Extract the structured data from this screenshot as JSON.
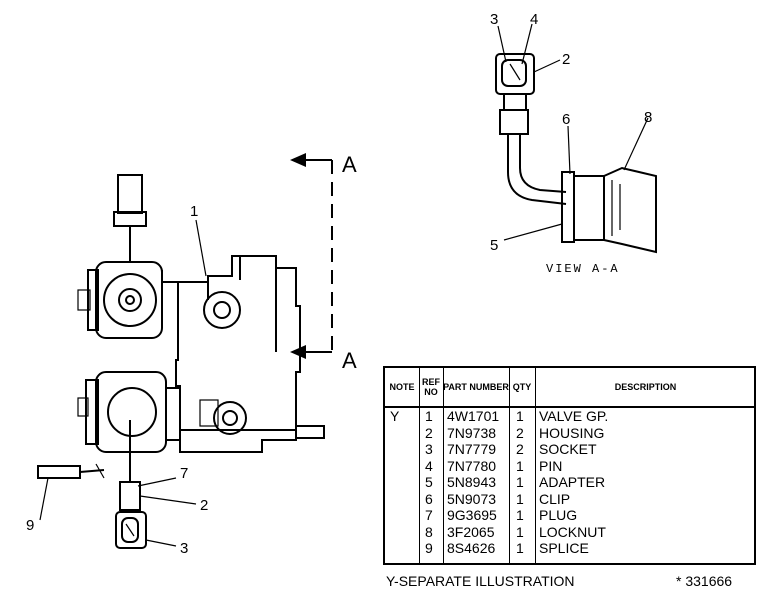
{
  "callouts": {
    "c1": "1",
    "c2": "2",
    "c3": "3",
    "c4": "4",
    "c5": "5",
    "c6": "6",
    "c7": "7",
    "c8": "8",
    "c9": "9"
  },
  "section_marks": {
    "top": "A",
    "bottom": "A"
  },
  "view_label": "VIEW A-A",
  "table": {
    "headers": {
      "note": "NOTE",
      "ref_no": "REF NO",
      "part_number": "PART NUMBER",
      "qty": "QTY",
      "description": "DESCRIPTION"
    },
    "rows": [
      {
        "note": "Y",
        "ref": "1",
        "part": "4W1701",
        "qty": "1",
        "desc": "VALVE GP."
      },
      {
        "note": "",
        "ref": "2",
        "part": "7N9738",
        "qty": "2",
        "desc": "HOUSING"
      },
      {
        "note": "",
        "ref": "3",
        "part": "7N7779",
        "qty": "2",
        "desc": "SOCKET"
      },
      {
        "note": "",
        "ref": "4",
        "part": "7N7780",
        "qty": "1",
        "desc": "PIN"
      },
      {
        "note": "",
        "ref": "5",
        "part": "5N8943",
        "qty": "1",
        "desc": "ADAPTER"
      },
      {
        "note": "",
        "ref": "6",
        "part": "5N9073",
        "qty": "1",
        "desc": "CLIP"
      },
      {
        "note": "",
        "ref": "7",
        "part": "9G3695",
        "qty": "1",
        "desc": "PLUG"
      },
      {
        "note": "",
        "ref": "8",
        "part": "3F2065",
        "qty": "1",
        "desc": "LOCKNUT"
      },
      {
        "note": "",
        "ref": "9",
        "part": "8S4626",
        "qty": "1",
        "desc": "SPLICE"
      }
    ]
  },
  "footer": {
    "note": "Y-SEPARATE ILLUSTRATION",
    "illustration_id": "* 331666"
  }
}
